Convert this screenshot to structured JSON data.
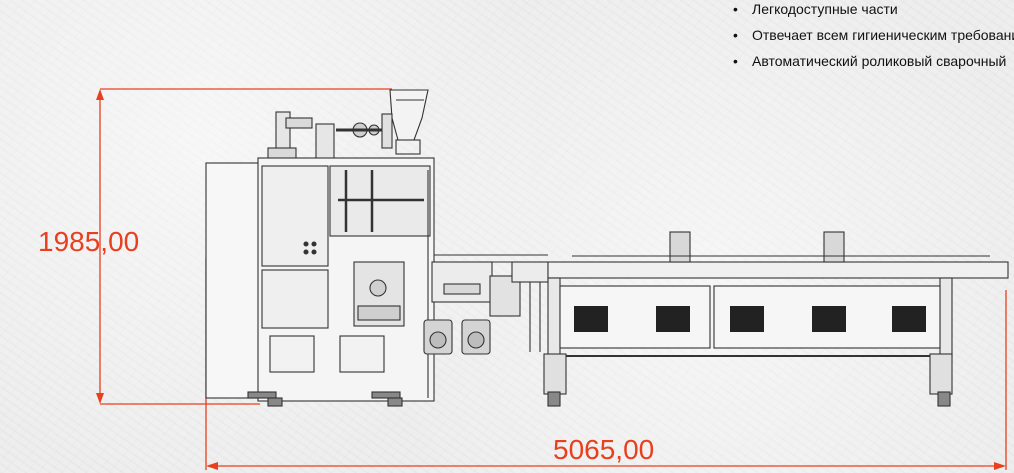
{
  "features": [
    "Легкодоступные части",
    "Отвечает всем гигиеническим требованиям",
    "Автоматический роликовый сварочный"
  ],
  "dimensions": {
    "height": "1985,00",
    "width": "5065,00"
  },
  "colors": {
    "dimension": "#e8401e",
    "drawing": "#333333",
    "background": "#eeeeee"
  }
}
